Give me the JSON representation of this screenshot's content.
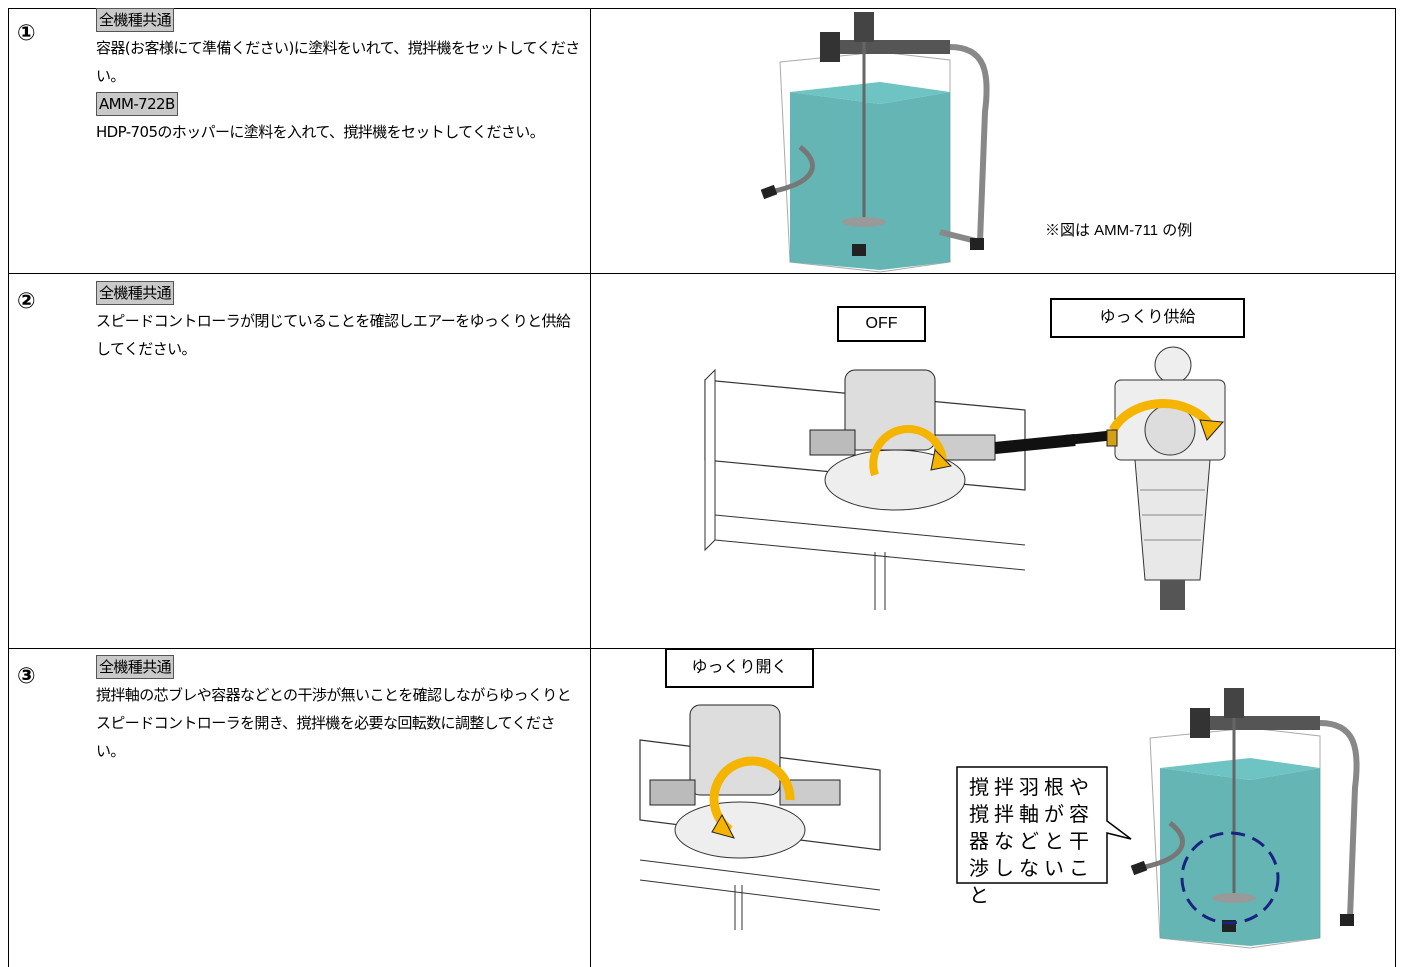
{
  "steps": [
    {
      "number": "①",
      "paragraphs": [
        {
          "tag": "全機種共通",
          "text": "容器(お客様にて準備ください)に塗料をいれて、撹拌機をセットしてください。"
        },
        {
          "tag": "AMM-722B",
          "text": "HDP-705のホッパーに塗料を入れて、撹拌機をセットしてください。"
        }
      ],
      "figure_note": "※図は AMM-711 の例"
    },
    {
      "number": "②",
      "paragraphs": [
        {
          "tag": "全機種共通",
          "text": "スピードコントローラが閉じていることを確認しエアーをゆっくりと供給してください。"
        }
      ],
      "labels": [
        "OFF",
        "ゆっくり供給"
      ]
    },
    {
      "number": "③",
      "paragraphs": [
        {
          "tag": "全機種共通",
          "text": "撹拌軸の芯ブレや容器などとの干渉が無いことを確認しながらゆっくりとスピードコントローラを開き、撹拌機を必要な回転数に調整してください。"
        }
      ],
      "labels": [
        "ゆっくり開く"
      ],
      "callout": "撹拌羽根や撹拌軸が容器などと干渉しないこと"
    }
  ],
  "colors": {
    "paint": "#4aa8a8",
    "arrow": "#f5b400",
    "tag_bg": "#c9c9c9",
    "dash_circle": "#1a237e"
  }
}
